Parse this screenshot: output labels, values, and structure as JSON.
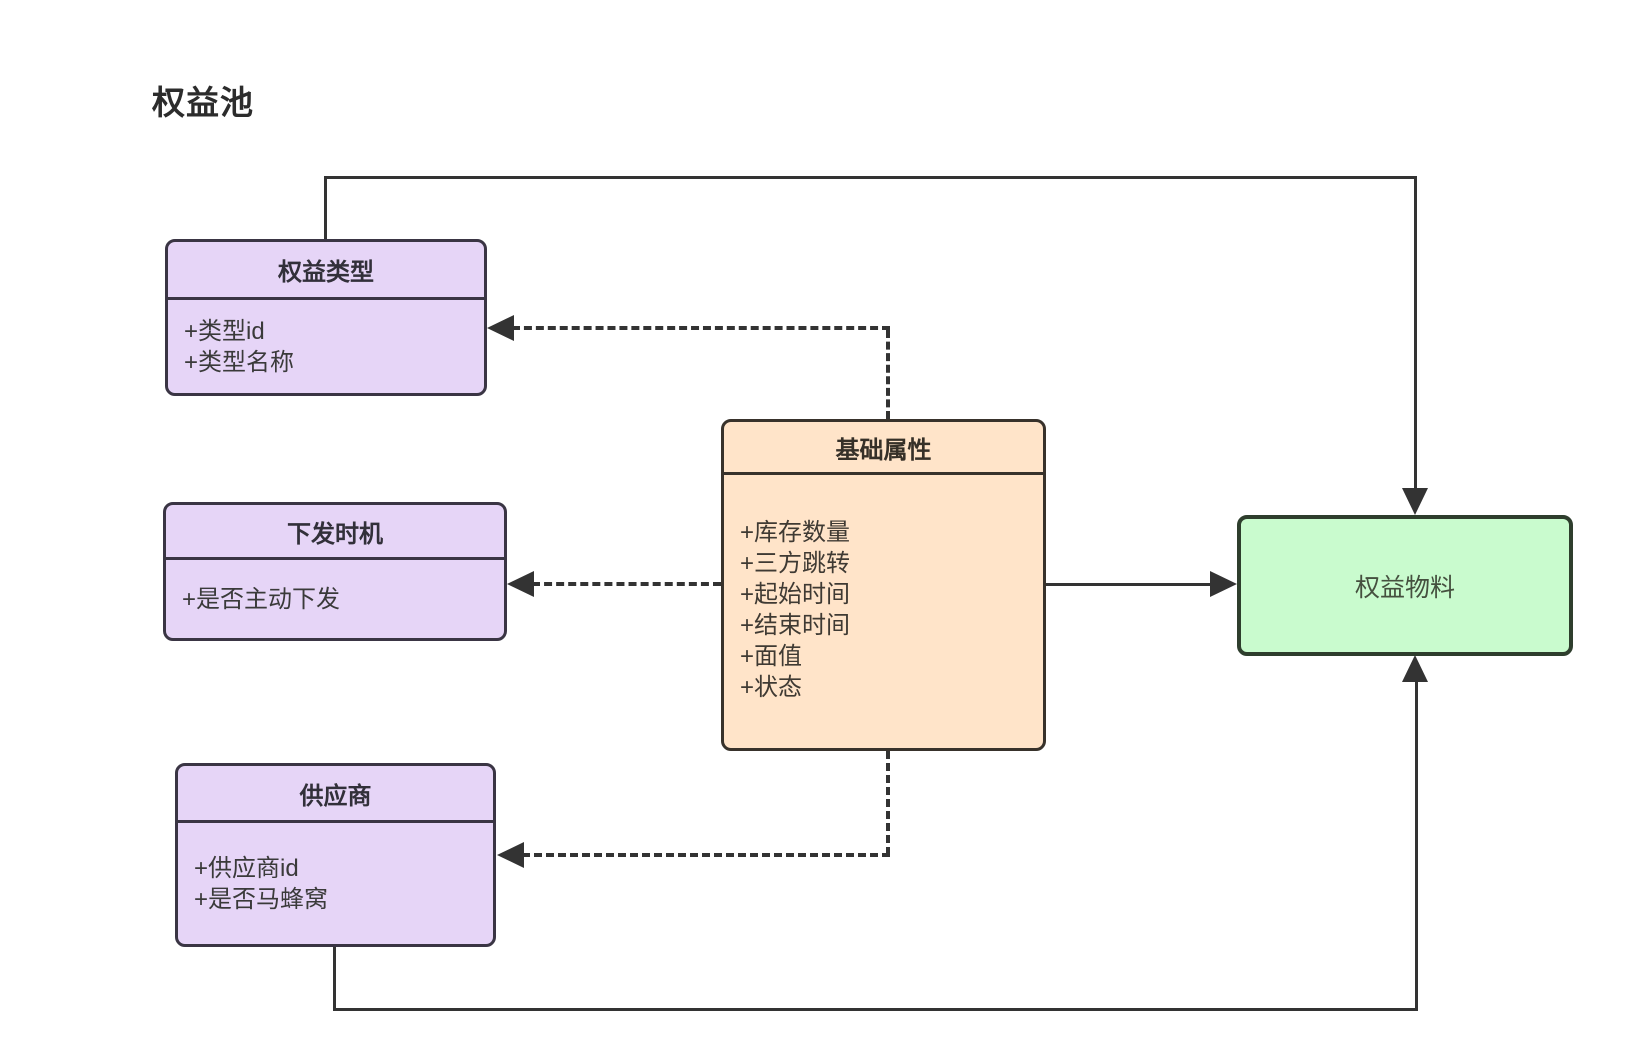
{
  "title": "权益池",
  "colors": {
    "background": "#ffffff",
    "line": "#333333",
    "purple_fill": "#e6d5f7",
    "purple_border": "#3a3544",
    "orange_fill": "#ffe4c9",
    "orange_border": "#38322b",
    "green_fill": "#c9fbce",
    "green_border": "#2e3e2d",
    "title_text": "#2c2c2c"
  },
  "boxes": {
    "rights_type": {
      "title": "权益类型",
      "fields": [
        "+类型id",
        "+类型名称"
      ]
    },
    "delivery_timing": {
      "title": "下发时机",
      "fields": [
        "+是否主动下发"
      ]
    },
    "supplier": {
      "title": "供应商",
      "fields": [
        "+供应商id",
        "+是否马蜂窝"
      ]
    },
    "basic_attrs": {
      "title": "基础属性",
      "fields": [
        "+库存数量",
        "+三方跳转",
        "+起始时间",
        "+结束时间",
        "+面值",
        "+状态"
      ]
    },
    "rights_material": {
      "title": "权益物料"
    }
  },
  "connections": [
    {
      "from": "基础属性",
      "to": "权益类型",
      "style": "dashed",
      "arrow": "to"
    },
    {
      "from": "基础属性",
      "to": "下发时机",
      "style": "dashed",
      "arrow": "to"
    },
    {
      "from": "基础属性",
      "to": "供应商",
      "style": "dashed",
      "arrow": "to"
    },
    {
      "from": "基础属性",
      "to": "权益物料",
      "style": "solid",
      "arrow": "to"
    },
    {
      "from": "权益类型",
      "to": "权益物料",
      "style": "solid",
      "arrow": "to"
    },
    {
      "from": "供应商",
      "to": "权益物料",
      "style": "solid",
      "arrow": "to"
    }
  ]
}
